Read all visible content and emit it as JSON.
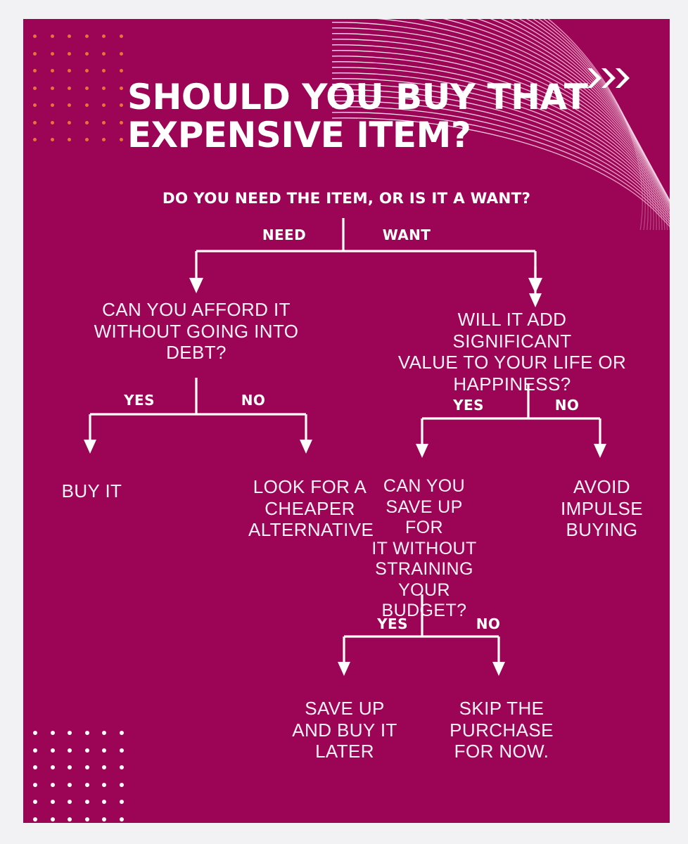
{
  "meta": {
    "title": "SHOULD YOU BUY THAT EXPENSIVE ITEM?",
    "title_line1": "SHOULD YOU BUY THAT",
    "title_line2": "EXPENSIVE ITEM?"
  },
  "colors": {
    "background": "#f2f2f4",
    "card": "#9c0455",
    "text": "#ffffff",
    "node_text": "#fdf2f7",
    "dots_top": "#e8743a",
    "dots_bottom": "#ffffff",
    "connector": "#ffffff"
  },
  "decor": {
    "chevrons_icon": "triple-chevron-right-icon",
    "chevron_count": 3,
    "dotgrid_top": {
      "cols": 6,
      "rows": 7
    },
    "dotgrid_bottom": {
      "cols": 6,
      "rows": 7
    }
  },
  "chart_data": {
    "type": "diagram",
    "diagram_kind": "decision-flowchart",
    "title": "SHOULD YOU BUY THAT EXPENSIVE ITEM?",
    "root": "DO YOU NEED THE ITEM, OR IS IT A WANT?",
    "nodes": [
      {
        "id": "q0",
        "label": "DO YOU NEED THE ITEM, OR IS IT A WANT?",
        "kind": "question"
      },
      {
        "id": "q1",
        "label": "CAN YOU AFFORD IT WITHOUT GOING INTO DEBT?",
        "kind": "question"
      },
      {
        "id": "q2",
        "label": "WILL IT ADD SIGNIFICANT VALUE TO YOUR LIFE OR HAPPINESS?",
        "kind": "question"
      },
      {
        "id": "o1",
        "label": "BUY IT",
        "kind": "outcome"
      },
      {
        "id": "o2",
        "label": "LOOK FOR A CHEAPER ALTERNATIVE",
        "kind": "outcome"
      },
      {
        "id": "q3",
        "label": "CAN YOU SAVE UP FOR IT WITHOUT STRAINING YOUR BUDGET?",
        "kind": "question"
      },
      {
        "id": "o3",
        "label": "AVOID IMPULSE BUYING",
        "kind": "outcome"
      },
      {
        "id": "o4",
        "label": "SAVE UP AND BUY IT LATER",
        "kind": "outcome"
      },
      {
        "id": "o5",
        "label": "SKIP THE PURCHASE FOR NOW.",
        "kind": "outcome"
      }
    ],
    "edges": [
      {
        "from": "q0",
        "to": "q1",
        "label": "NEED"
      },
      {
        "from": "q0",
        "to": "q2",
        "label": "WANT"
      },
      {
        "from": "q1",
        "to": "o1",
        "label": "YES"
      },
      {
        "from": "q1",
        "to": "o2",
        "label": "NO"
      },
      {
        "from": "q2",
        "to": "q3",
        "label": "YES"
      },
      {
        "from": "q2",
        "to": "o3",
        "label": "NO"
      },
      {
        "from": "q3",
        "to": "o4",
        "label": "YES"
      },
      {
        "from": "q3",
        "to": "o5",
        "label": "NO"
      }
    ]
  },
  "flow": {
    "q0": "DO YOU NEED THE ITEM, OR IS IT A WANT?",
    "branch_need": "NEED",
    "branch_want": "WANT",
    "q1": "CAN YOU AFFORD IT\nWITHOUT GOING INTO\nDEBT?",
    "q2": "WILL IT ADD SIGNIFICANT\nVALUE TO YOUR LIFE OR\nHAPPINESS?",
    "q1_yes": "YES",
    "q1_no": "NO",
    "q2_yes": "YES",
    "q2_no": "NO",
    "o1": "BUY IT",
    "o2": "LOOK FOR A\nCHEAPER\nALTERNATIVE",
    "q3": "CAN YOU\nSAVE UP FOR\nIT WITHOUT\nSTRAINING\nYOUR\nBUDGET?",
    "o3": "AVOID\nIMPULSE\nBUYING",
    "q3_yes": "YES",
    "q3_no": "NO",
    "o4": "SAVE UP\nAND BUY IT\nLATER",
    "o5": "SKIP THE\nPURCHASE\nFOR NOW."
  }
}
